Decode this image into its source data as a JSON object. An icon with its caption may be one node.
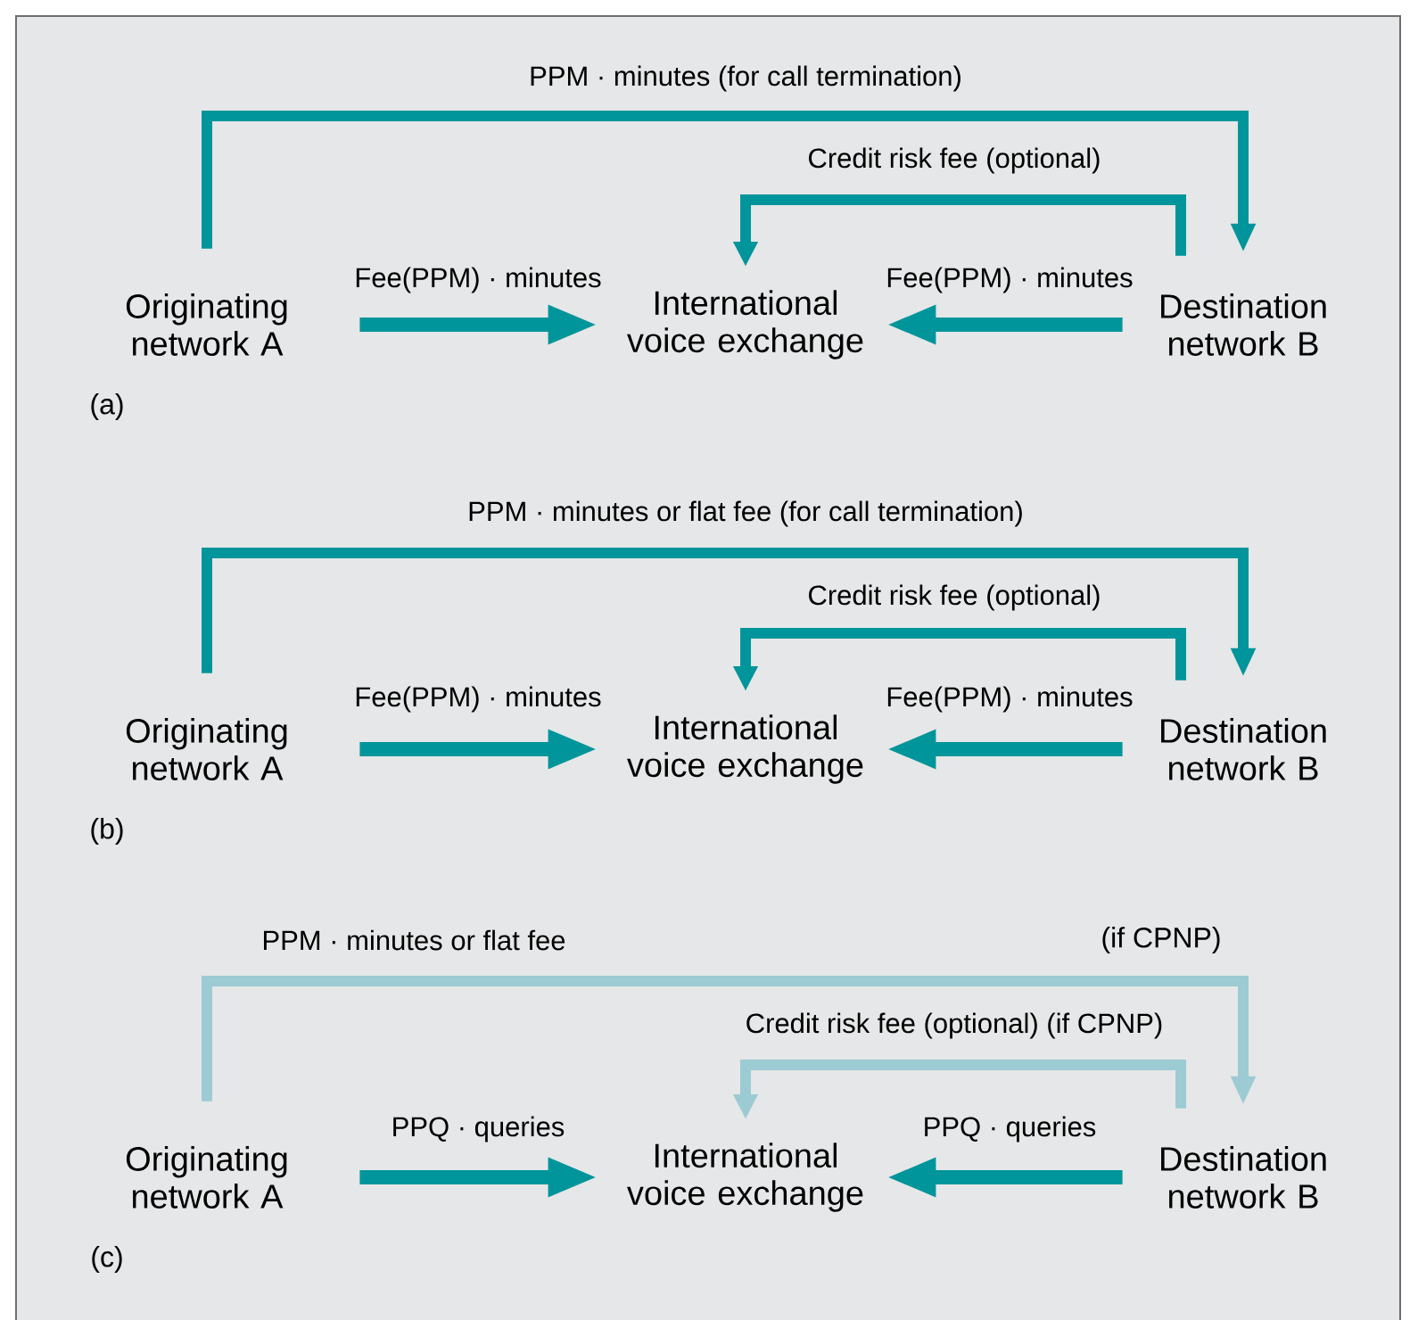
{
  "diagram": {
    "nodes": [
      {
        "text": [
          "Originating network A"
        ]
      },
      {
        "text": [
          "International voice exchange"
        ]
      },
      {
        "text": [
          "Destination network B"
        ]
      },
      {
        "text": [
          "Originating network A"
        ]
      },
      {
        "text": [
          "International voice exchange"
        ]
      },
      {
        "text": [
          "Destination network B"
        ]
      },
      {
        "text": [
          "Originating network A"
        ]
      },
      {
        "text": [
          "International voice exchange"
        ]
      },
      {
        "text": [
          "Destination network B"
        ]
      }
    ],
    "edges": [
      {
        "from": 0,
        "to": 2,
        "arrow": "to",
        "label": "PPM · minutes (for call termination)"
      },
      {
        "from": 2,
        "to": 1,
        "arrow": "to",
        "label": "Credit risk fee (optional)"
      },
      {
        "from": 0,
        "to": 1,
        "arrow": "to",
        "label": "Fee(PPM) · minutes"
      },
      {
        "from": 2,
        "to": 1,
        "arrow": "to",
        "label": "Fee(PPM) · minutes"
      },
      {
        "from": 3,
        "to": 5,
        "arrow": "to",
        "label": "PPM · minutes or flat fee (for call termination)"
      },
      {
        "from": 5,
        "to": 4,
        "arrow": "to",
        "label": "Credit risk fee (optional)"
      },
      {
        "from": 3,
        "to": 4,
        "arrow": "to",
        "label": "Fee(PPM) · minutes"
      },
      {
        "from": 5,
        "to": 4,
        "arrow": "to",
        "label": "Fee(PPM) · minutes"
      },
      {
        "from": 6,
        "to": 8,
        "arrow": "to",
        "label": "PPM · minutes or flat fee",
        "color": "#9ccbd3"
      },
      {
        "from": 8,
        "to": 7,
        "arrow": "to",
        "label": "Credit risk fee (optional) (if CPNP)",
        "color": "#9ccbd3"
      },
      {
        "from": 6,
        "to": 7,
        "arrow": "to",
        "label": "PPQ · queries"
      },
      {
        "from": 8,
        "to": 7,
        "arrow": "to",
        "label": "PPQ · queries"
      }
    ],
    "labels": [
      "(a)",
      "(b)",
      "(if CPNP)",
      "(c)"
    ]
  }
}
